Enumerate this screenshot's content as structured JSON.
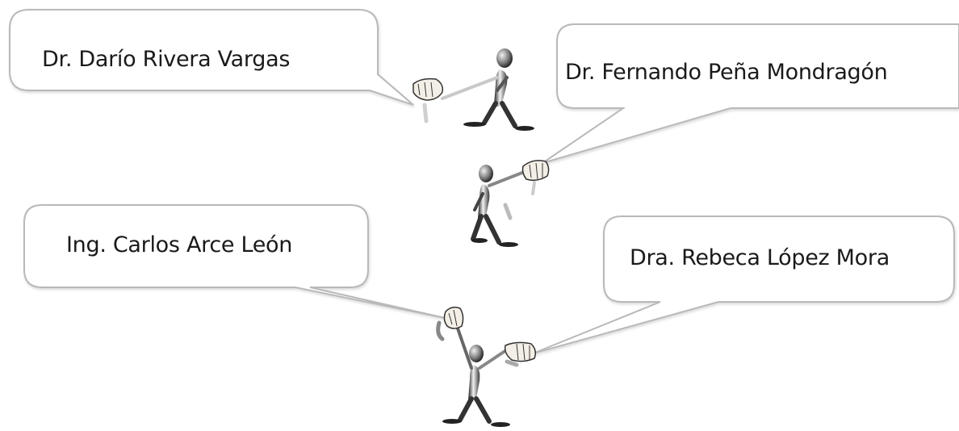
{
  "bubbles": [
    {
      "id": "b1",
      "label": "Dr. Darío Rivera Vargas"
    },
    {
      "id": "b2",
      "label": "Dr. Fernando Peña Mondragón"
    },
    {
      "id": "b3",
      "label": "Ing. Carlos Arce León"
    },
    {
      "id": "b4",
      "label": "Dra. Rebeca López Mora"
    }
  ],
  "colors": {
    "bubble_fill": "#ffffff",
    "bubble_stroke": "#b9b9b9",
    "figure_dark": "#2b2b2b",
    "figure_light": "#cfcfcf",
    "hand": "#f4efe6"
  }
}
